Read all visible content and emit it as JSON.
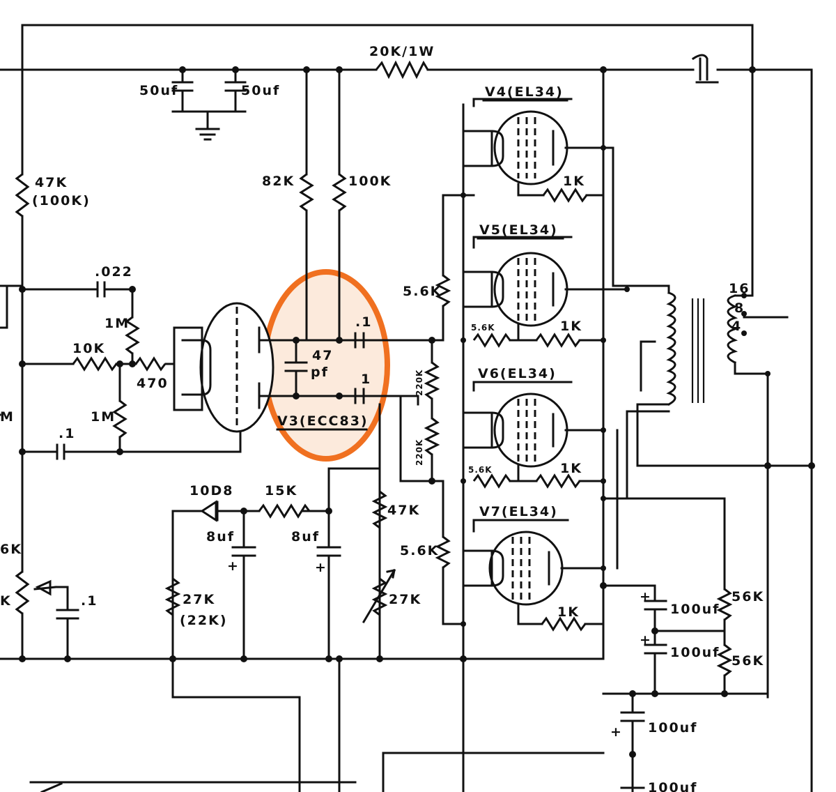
{
  "highlight_color": "#f07020",
  "highlight_fill": "#fbe6d6",
  "labels": {
    "r_20k": "20K/1W",
    "c_50uf_left": "50uf",
    "c_50uf_right": "50uf",
    "r_47k_100k_a": "47K",
    "r_47k_100k_b": "(100K)",
    "r_82k": "82K",
    "r_100k": "100K",
    "c_022": ".022",
    "r_1m_top": "1M",
    "r_10k": "10K",
    "r_470": "470",
    "r_1m_bottom": "1M",
    "c_1_left": ".1",
    "c_47pf_a": "47",
    "c_47pf_b": "pf",
    "c_1_top": ".1",
    "c_1_bottom": "1",
    "v3": "V3(ECC83)",
    "v4": "V4(EL34)",
    "v5": "V5(EL34)",
    "v6": "V6(EL34)",
    "v7": "V7(EL34)",
    "r_1k_v4": "1K",
    "r_1k_v5": "1K",
    "r_1k_v6": "1K",
    "r_1k_v7": "1K",
    "r_56k_top": "5.6K",
    "r_56k_bottom": "5.6K",
    "r_56k_small_v5": "5.6K",
    "r_56k_small_v6": "5.6K",
    "r_220k_top": "220K",
    "r_220k_bottom": "220K",
    "diode": "10D8",
    "r_15k": "15K",
    "c_8uf_left": "8uf",
    "c_8uf_right": "8uf",
    "r_47k_bias": "47K",
    "r_27k_pot": "27K",
    "r_27k_22k_a": "27K",
    "r_27k_22k_b": "(22K)",
    "c_1_pot": ".1",
    "tap_16": "16",
    "tap_8": "8",
    "tap_4": "4",
    "c_100uf_1": "100uf",
    "c_100uf_2": "100uf",
    "c_100uf_3": "100uf",
    "c_100uf_4": "100uf",
    "r_56k_right_top": "56K",
    "r_56k_right_bottom": "56K",
    "edge_left_k": "K",
    "edge_left_m": "M",
    "edge_left_6k": "6K",
    "plus": "+"
  }
}
